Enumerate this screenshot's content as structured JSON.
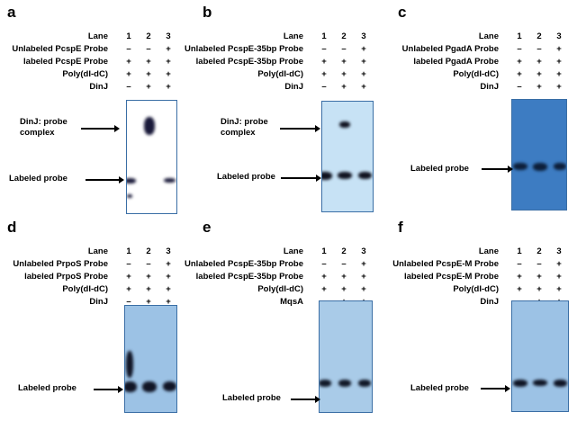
{
  "panels": [
    {
      "letter": "a",
      "rows": [
        {
          "label": "Lane",
          "lanes": [
            "1",
            "2",
            "3"
          ]
        },
        {
          "label": "Unlabeled PcspE  Probe",
          "lanes": [
            "–",
            "–",
            "+"
          ]
        },
        {
          "label": "labeled PcspE Probe",
          "lanes": [
            "+",
            "+",
            "+"
          ]
        },
        {
          "label": "Poly(dI-dC)",
          "lanes": [
            "+",
            "+",
            "+"
          ]
        },
        {
          "label": "DinJ",
          "lanes": [
            "–",
            "+",
            "+"
          ]
        }
      ],
      "gel_labels": [
        "DinJ: probe complex",
        "Labeled probe"
      ],
      "gel_color": "#ffffff",
      "band_color": "#1a1a3a"
    },
    {
      "letter": "b",
      "rows": [
        {
          "label": "Lane",
          "lanes": [
            "1",
            "2",
            "3"
          ]
        },
        {
          "label": "Unlabeled PcspE-35bp  Probe",
          "lanes": [
            "–",
            "–",
            "+"
          ]
        },
        {
          "label": "labeled PcspE-35bp Probe",
          "lanes": [
            "+",
            "+",
            "+"
          ]
        },
        {
          "label": "Poly(dI-dC)",
          "lanes": [
            "+",
            "+",
            "+"
          ]
        },
        {
          "label": "DinJ",
          "lanes": [
            "–",
            "+",
            "+"
          ]
        }
      ],
      "gel_labels": [
        "DinJ: probe complex",
        "Labeled probe"
      ],
      "gel_color": "#c7e2f5",
      "band_color": "#10121f"
    },
    {
      "letter": "c",
      "rows": [
        {
          "label": "Lane",
          "lanes": [
            "1",
            "2",
            "3"
          ]
        },
        {
          "label": "Unlabeled PgadA  Probe",
          "lanes": [
            "–",
            "–",
            "+"
          ]
        },
        {
          "label": "labeled PgadA Probe",
          "lanes": [
            "+",
            "+",
            "+"
          ]
        },
        {
          "label": "Poly(dI-dC)",
          "lanes": [
            "+",
            "+",
            "+"
          ]
        },
        {
          "label": "DinJ",
          "lanes": [
            "–",
            "+",
            "+"
          ]
        }
      ],
      "gel_labels": [
        "Labeled probe"
      ],
      "gel_color": "#3d7cc2",
      "band_color": "#0d1f3a"
    },
    {
      "letter": "d",
      "rows": [
        {
          "label": "Lane",
          "lanes": [
            "1",
            "2",
            "3"
          ]
        },
        {
          "label": "Unlabeled PrpoS  Probe",
          "lanes": [
            "–",
            "–",
            "+"
          ]
        },
        {
          "label": "labeled PrpoS Probe",
          "lanes": [
            "+",
            "+",
            "+"
          ]
        },
        {
          "label": "Poly(dI-dC)",
          "lanes": [
            "+",
            "+",
            "+"
          ]
        },
        {
          "label": "DinJ",
          "lanes": [
            "–",
            "+",
            "+"
          ]
        }
      ],
      "gel_labels": [
        "Labeled probe"
      ],
      "gel_color": "#9cc2e5",
      "band_color": "#111526"
    },
    {
      "letter": "e",
      "rows": [
        {
          "label": "Lane",
          "lanes": [
            "1",
            "2",
            "3"
          ]
        },
        {
          "label": "Unlabeled PcspE-35bp  Probe",
          "lanes": [
            "–",
            "–",
            "+"
          ]
        },
        {
          "label": "labeled PcspE-35bp Probe",
          "lanes": [
            "+",
            "+",
            "+"
          ]
        },
        {
          "label": "Poly(dI-dC)",
          "lanes": [
            "+",
            "+",
            "+"
          ]
        },
        {
          "label": "MqsA",
          "lanes": [
            "–",
            "+",
            "+"
          ]
        }
      ],
      "gel_labels": [
        "Labeled probe"
      ],
      "gel_color": "#a9cbe8",
      "band_color": "#121827"
    },
    {
      "letter": "f",
      "rows": [
        {
          "label": "Lane",
          "lanes": [
            "1",
            "2",
            "3"
          ]
        },
        {
          "label": "Unlabeled PcspE-M  Probe",
          "lanes": [
            "–",
            "–",
            "+"
          ]
        },
        {
          "label": "labeled PcspE-M Probe",
          "lanes": [
            "+",
            "+",
            "+"
          ]
        },
        {
          "label": "Poly(dI-dC)",
          "lanes": [
            "+",
            "+",
            "+"
          ]
        },
        {
          "label": "DinJ",
          "lanes": [
            "–",
            "+",
            "+"
          ]
        }
      ],
      "gel_labels": [
        "Labeled probe"
      ],
      "gel_color": "#9cc2e5",
      "band_color": "#0f1424"
    }
  ]
}
